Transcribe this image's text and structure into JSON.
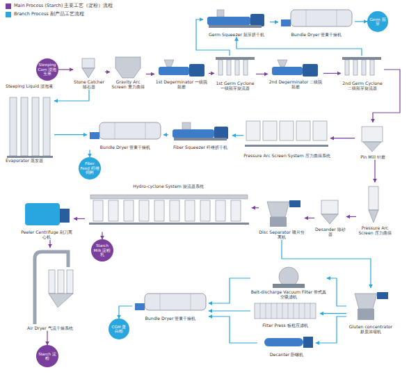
{
  "diagram": {
    "nodes": [
      {
        "text": [
          "Germ Squeezer 胚芽挤干机"
        ]
      },
      {
        "text": [
          "Bundle Dryer 管束干燥机"
        ]
      },
      {
        "text": [
          "Germ 胚芽"
        ]
      },
      {
        "text": [
          "Steeping Corn 浸泡玉米"
        ]
      },
      {
        "text": [
          "Stone Catcher 除石器"
        ]
      },
      {
        "text": [
          "Gravity Arc Screen 重力曲筛"
        ]
      },
      {
        "text": [
          "1st Degerminator 一级脱胚磨"
        ]
      },
      {
        "text": [
          "1st Germ Cyclone 一级胚芽旋流器"
        ]
      },
      {
        "text": [
          "2nd Degerminator 二级脱胚磨"
        ]
      },
      {
        "text": [
          "2nd Germ Cyclone 二级胚芽旋流器"
        ]
      },
      {
        "text": [
          "Steeping Liquid 浸泡液",
          "Evaporator 蒸发器"
        ]
      },
      {
        "text": [
          "Bundle Dryer 管束干燥机"
        ]
      },
      {
        "text": [
          "Fiber Squeezer 纤维挤干机"
        ]
      },
      {
        "text": [
          "Pressure Arc Screen System 压力曲筛系统"
        ]
      },
      {
        "text": [
          "Pin Mill 针磨"
        ]
      },
      {
        "text": [
          "Fiber Feed 纤维饲料"
        ]
      },
      {
        "text": [
          "Hydro-cyclone System 旋流器系统"
        ]
      },
      {
        "text": [
          "Peeler Centrifuge 刮刀离心机"
        ]
      },
      {
        "text": [
          "Disc Separator 碟片分离机"
        ]
      },
      {
        "text": [
          "Desander 除砂器"
        ]
      },
      {
        "text": [
          "Pressure Arc Screen 压力曲筛"
        ]
      },
      {
        "text": [
          "Starch Milk 淀粉乳"
        ]
      },
      {
        "text": [
          "Air Dryer 气流干燥系统"
        ]
      },
      {
        "text": [
          "Starch 淀粉"
        ]
      },
      {
        "text": [
          "Belt-discharge Vacuum Filter 带式真空吸滤机"
        ]
      },
      {
        "text": [
          "Filter Press 板框压滤机"
        ]
      },
      {
        "text": [
          "Decanter 卧螺机"
        ]
      },
      {
        "text": [
          "Gluten concentrator 麸质浓缩机"
        ]
      },
      {
        "text": [
          "Bundle Dryer 管束干燥机"
        ]
      },
      {
        "text": [
          "CGM 蛋白粉"
        ]
      }
    ],
    "edges": [
      {
        "from": 3,
        "to": 4,
        "arrow": "to"
      },
      {
        "from": 4,
        "to": 5,
        "arrow": "to"
      },
      {
        "from": 5,
        "to": 6,
        "arrow": "to"
      },
      {
        "from": 6,
        "to": 7,
        "arrow": "to"
      },
      {
        "from": 7,
        "to": 8,
        "arrow": "to"
      },
      {
        "from": 8,
        "to": 9,
        "arrow": "to"
      },
      {
        "from": 9,
        "to": 14,
        "arrow": "to"
      },
      {
        "from": 7,
        "to": 0,
        "arrow": "to"
      },
      {
        "from": 9,
        "to": 0,
        "arrow": "to"
      },
      {
        "from": 0,
        "to": 1,
        "arrow": "to"
      },
      {
        "from": 1,
        "to": 2,
        "arrow": "to"
      },
      {
        "from": 4,
        "to": 10,
        "arrow": "to"
      },
      {
        "from": 10,
        "to": 11,
        "arrow": "to"
      },
      {
        "from": 14,
        "to": 13,
        "arrow": "to"
      },
      {
        "from": 13,
        "to": 12,
        "arrow": "to"
      },
      {
        "from": 12,
        "to": 11,
        "arrow": "to"
      },
      {
        "from": 11,
        "to": 15,
        "arrow": "to"
      },
      {
        "from": 14,
        "to": 20,
        "arrow": "to"
      },
      {
        "from": 20,
        "to": 19,
        "arrow": "to"
      },
      {
        "from": 19,
        "to": 18,
        "arrow": "to"
      },
      {
        "from": 18,
        "to": 16,
        "arrow": "to"
      },
      {
        "from": 16,
        "to": 17,
        "arrow": "to"
      },
      {
        "from": 16,
        "to": 21,
        "arrow": "to"
      },
      {
        "from": 17,
        "to": 22,
        "arrow": "to"
      },
      {
        "from": 22,
        "to": 23,
        "arrow": "to"
      },
      {
        "from": 18,
        "to": 27,
        "arrow": "to"
      },
      {
        "from": 27,
        "to": 24,
        "arrow": "to"
      },
      {
        "from": 27,
        "to": 25,
        "arrow": "to"
      },
      {
        "from": 27,
        "to": 26,
        "arrow": "to"
      },
      {
        "from": 24,
        "to": 28,
        "arrow": "to"
      },
      {
        "from": 25,
        "to": 28,
        "arrow": "to"
      },
      {
        "from": 26,
        "to": 28,
        "arrow": "to"
      },
      {
        "from": 28,
        "to": 29,
        "arrow": "to"
      }
    ],
    "legend": [
      {
        "text": "Main Process (Starch) 主要工艺（淀粉）流程",
        "color": "#7a3e9d"
      },
      {
        "text": "Branch Process 副产品工艺流程",
        "color": "#2aa6de"
      }
    ]
  }
}
